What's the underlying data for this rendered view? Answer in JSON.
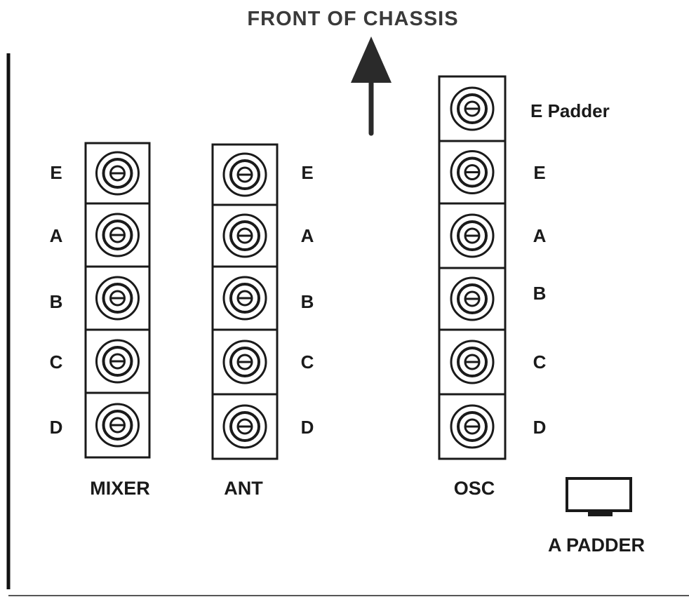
{
  "title": "FRONT OF CHASSIS",
  "colors": {
    "ink": "#1a1a1a",
    "title": "#3a3a3a",
    "background": "#ffffff"
  },
  "banks": [
    {
      "id": "mixer",
      "name": "MIXER",
      "trimmers": [
        "E",
        "A",
        "B",
        "C",
        "D"
      ]
    },
    {
      "id": "ant",
      "name": "ANT",
      "trimmers": [
        "E",
        "A",
        "B",
        "C",
        "D"
      ]
    },
    {
      "id": "osc",
      "name": "OSC",
      "trimmers": [
        "E Padder",
        "E",
        "A",
        "B",
        "C",
        "D"
      ]
    }
  ],
  "a_padder": {
    "label": "A PADDER"
  },
  "icons": [
    "arrow-up-icon",
    "trimmer-screw-icon",
    "padder-capacitor-icon"
  ]
}
